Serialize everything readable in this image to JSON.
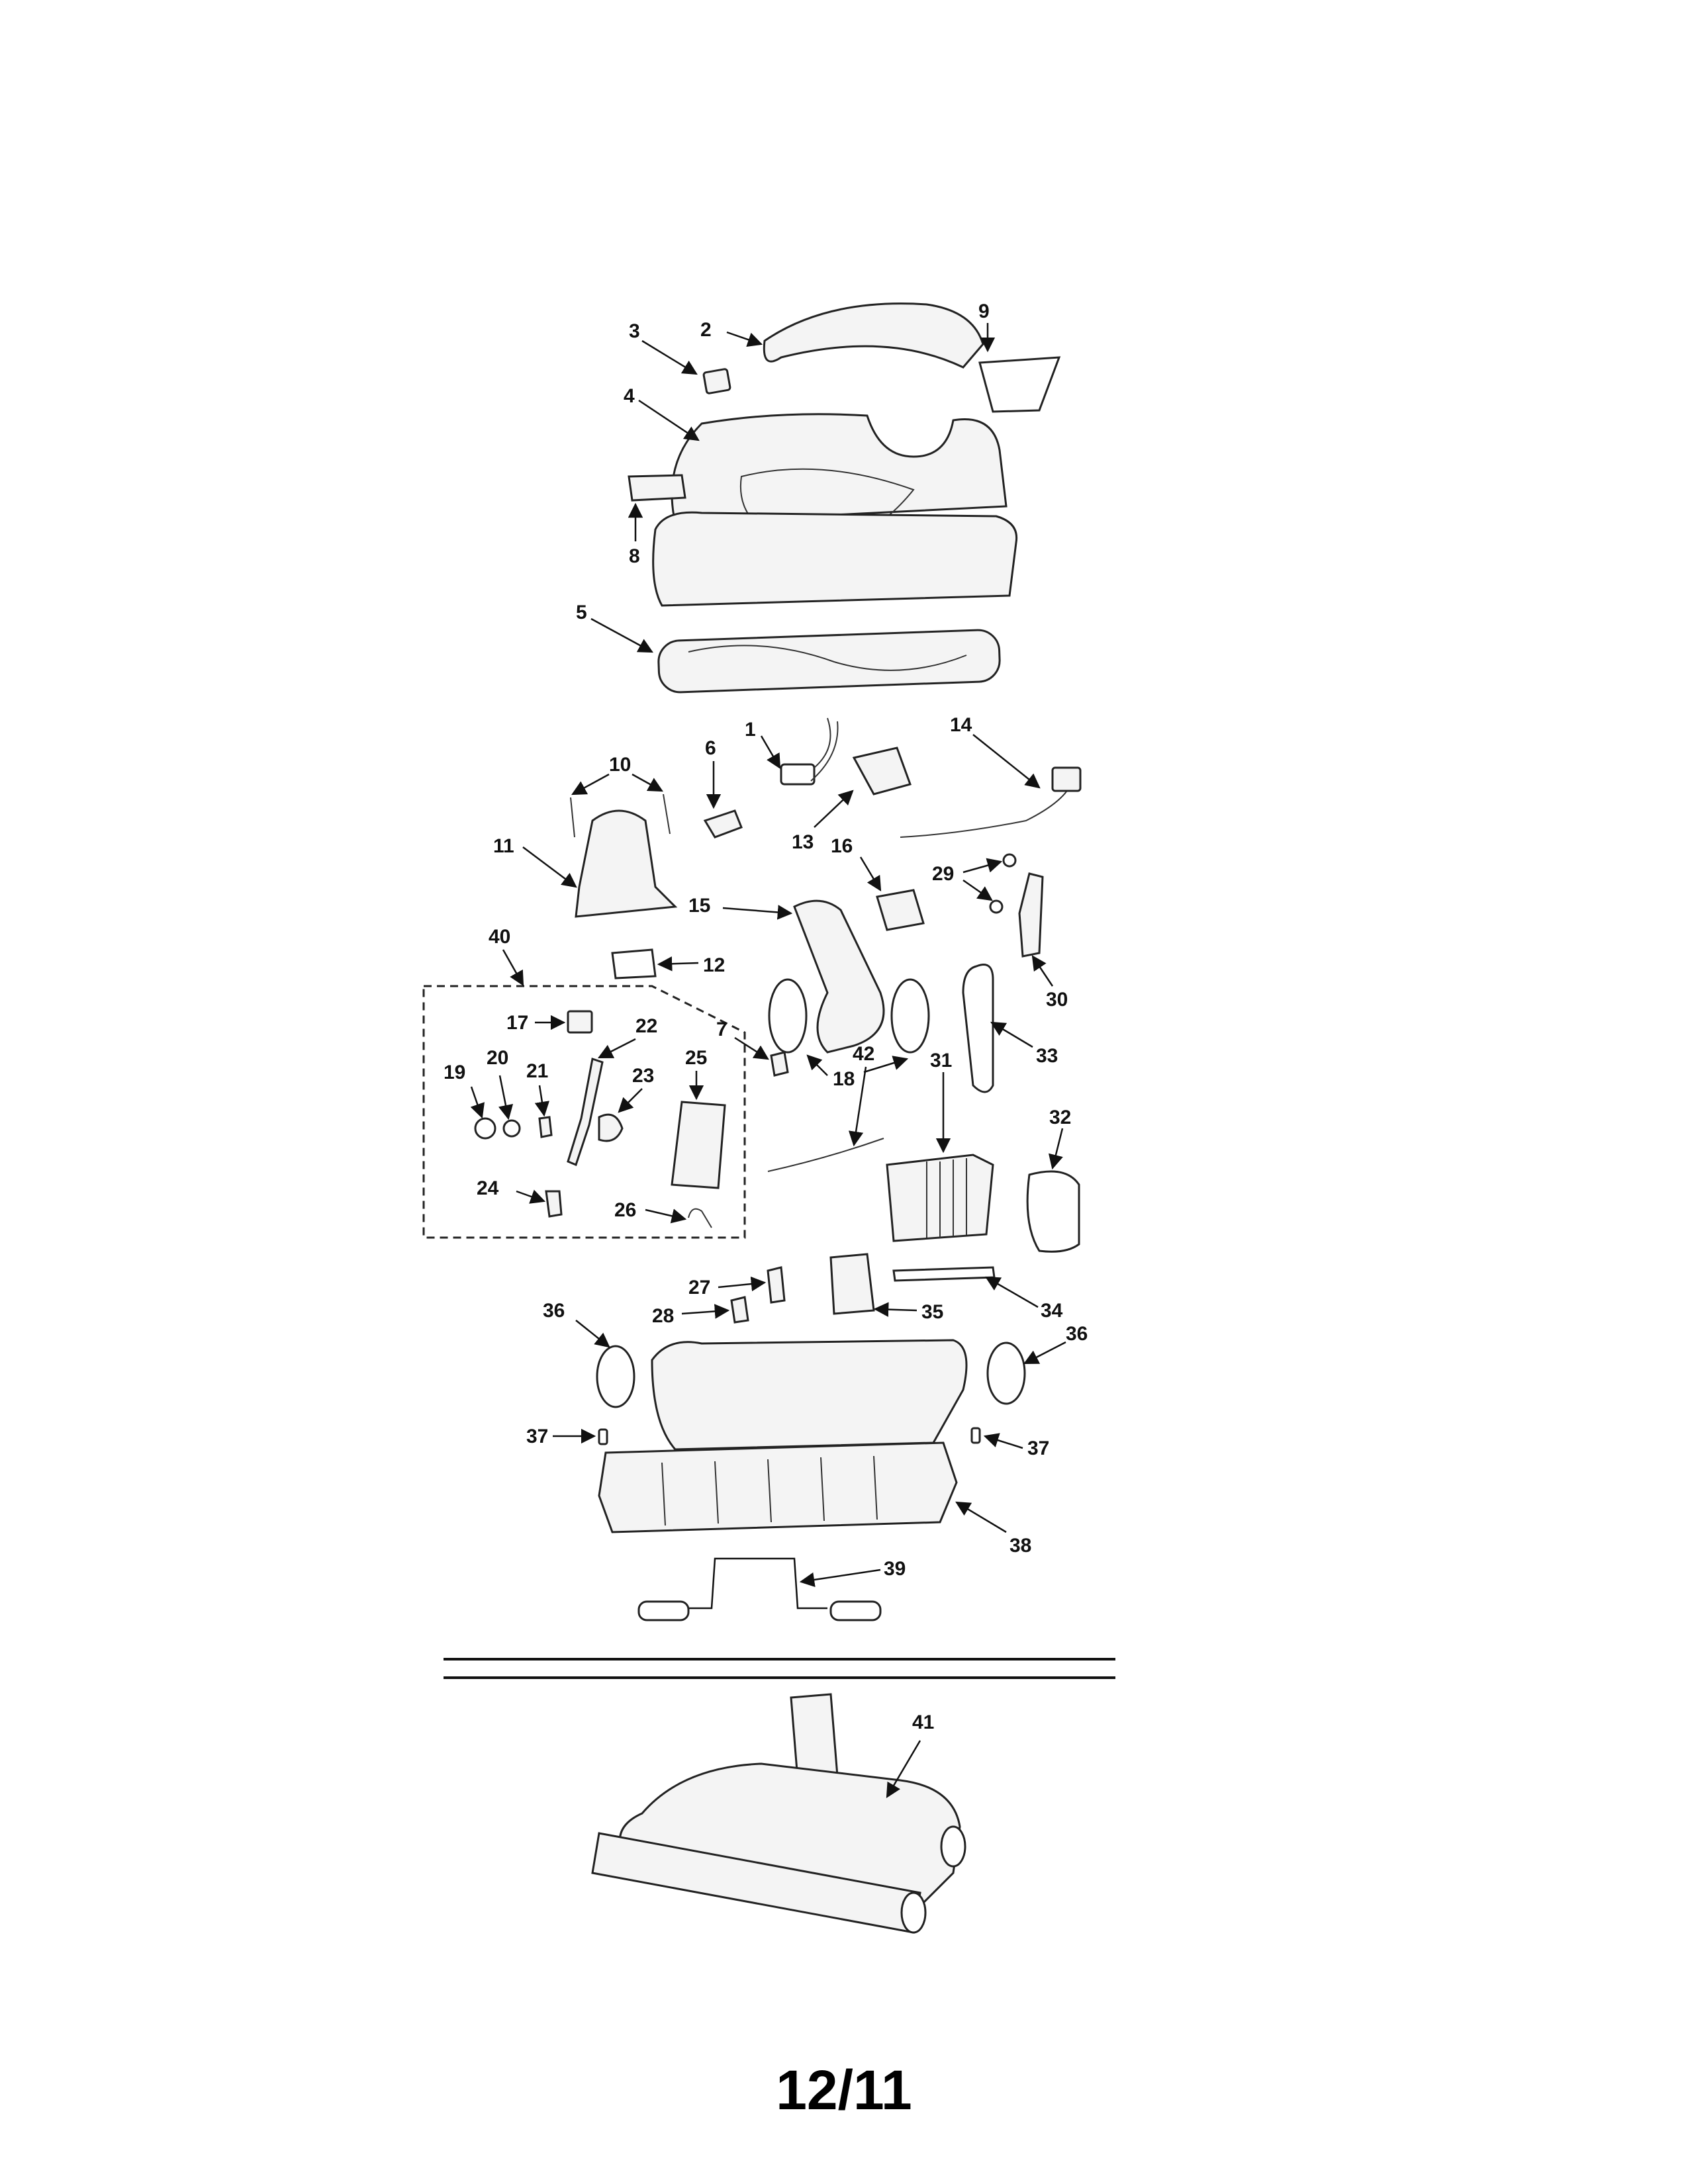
{
  "page_number": "12/11",
  "callouts": {
    "c1": "1",
    "c2": "2",
    "c3": "3",
    "c4": "4",
    "c5": "5",
    "c6": "6",
    "c7": "7",
    "c8": "8",
    "c9": "9",
    "c10": "10",
    "c11": "11",
    "c12": "12",
    "c13": "13",
    "c14": "14",
    "c15": "15",
    "c16": "16",
    "c17": "17",
    "c18": "18",
    "c19": "19",
    "c20": "20",
    "c21": "21",
    "c22": "22",
    "c23": "23",
    "c24": "24",
    "c25": "25",
    "c26": "26",
    "c27": "27",
    "c28": "28",
    "c29": "29",
    "c30": "30",
    "c31": "31",
    "c32": "32",
    "c33": "33",
    "c34": "34",
    "c35": "35",
    "c36a": "36",
    "c36b": "36",
    "c37a": "37",
    "c37b": "37",
    "c38": "38",
    "c39": "39",
    "c40": "40",
    "c41": "41",
    "c42": "42"
  }
}
